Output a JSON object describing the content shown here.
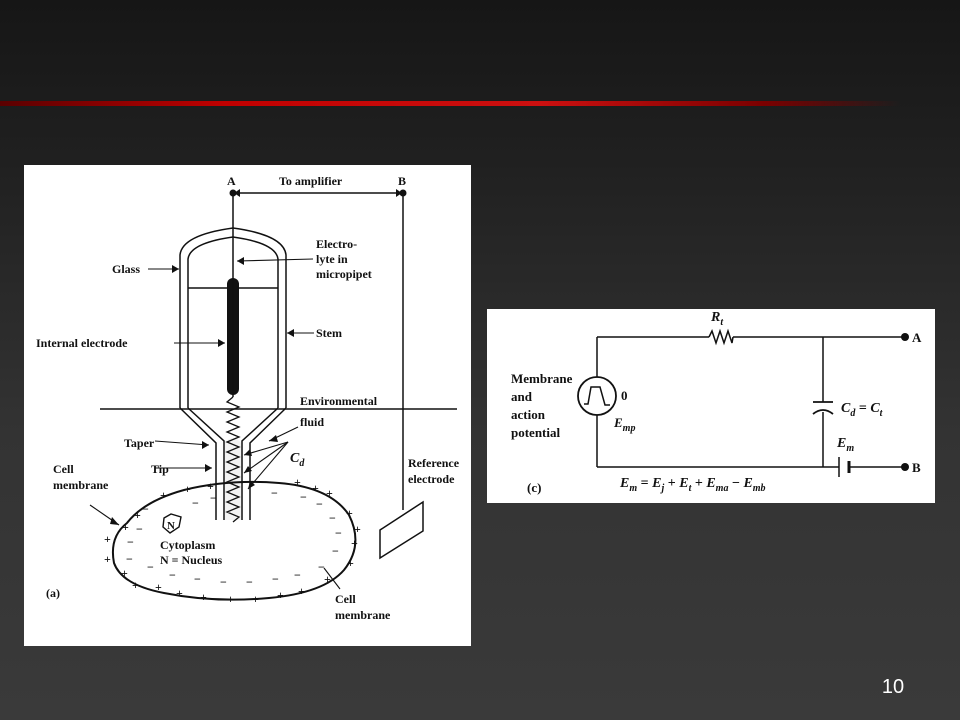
{
  "slide": {
    "number": "10"
  },
  "diagram_a": {
    "label_a": "A",
    "label_b": "B",
    "to_amplifier": "To amplifier",
    "glass": "Glass",
    "electrolyte_lines": [
      "Electro-",
      "lyte in",
      "micropipet"
    ],
    "internal_electrode": "Internal electrode",
    "stem": "Stem",
    "environmental_fluid_lines": [
      "Environmental",
      "fluid"
    ],
    "taper": "Taper",
    "tip": "Tip",
    "cd": "C",
    "cd_sub": "d",
    "cell_membrane_left_lines": [
      "Cell",
      "membrane"
    ],
    "reference_electrode_lines": [
      "Reference",
      "electrode"
    ],
    "nucleus_symbol": "N",
    "cytoplasm": "Cytoplasm",
    "nucleus_legend": "N = Nucleus",
    "cell_membrane_bottom_lines": [
      "Cell",
      "membrane"
    ],
    "panel_label": "(a)"
  },
  "diagram_c": {
    "rt": "R",
    "rt_sub": "t",
    "label_a": "A",
    "label_b": "B",
    "membrane_lines": [
      "Membrane",
      "and",
      "action",
      "potential"
    ],
    "zero": "0",
    "emp": "E",
    "emp_sub": "mp",
    "cd": "C",
    "cd_sub": "d",
    "equals": " = ",
    "ct": "C",
    "ct_sub": "t",
    "em": "E",
    "em_sub": "m",
    "panel_label": "(c)",
    "equation": {
      "parts": [
        {
          "t": "E",
          "s": "m"
        },
        {
          "t": " = "
        },
        {
          "t": "E",
          "s": "j"
        },
        {
          "t": " + "
        },
        {
          "t": "E",
          "s": "t"
        },
        {
          "t": " + "
        },
        {
          "t": "E",
          "s": "ma"
        },
        {
          "t": " − "
        },
        {
          "t": "E",
          "s": "mb"
        }
      ]
    }
  }
}
